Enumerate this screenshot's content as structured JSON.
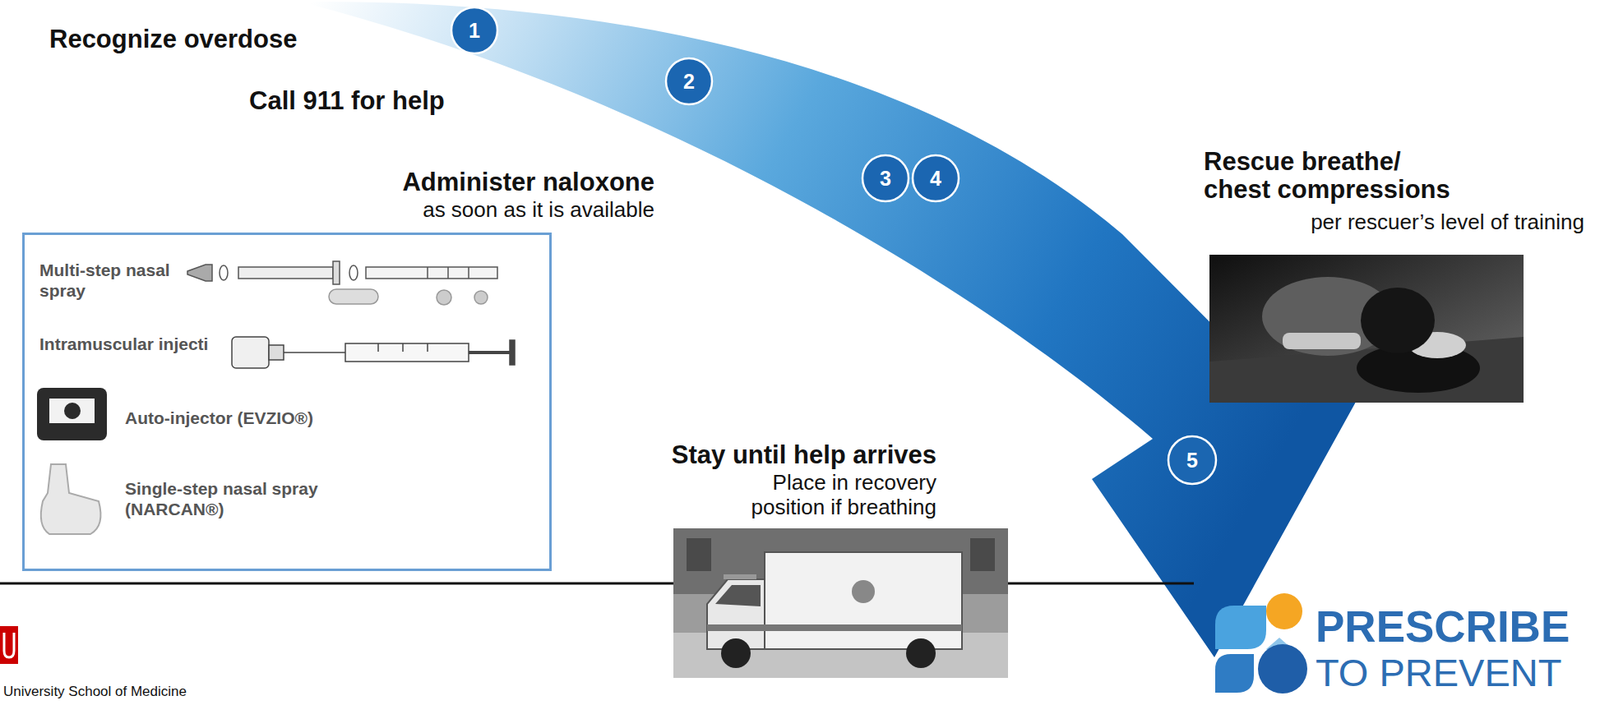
{
  "diagram": {
    "nodes": [
      {
        "text": [
          "1"
        ]
      },
      {
        "text": [
          "2"
        ]
      },
      {
        "text": [
          "3"
        ]
      },
      {
        "text": [
          "4"
        ]
      },
      {
        "text": [
          "Multi-step nasal spray",
          "Intramuscular injecti",
          "Auto-injector (EVZIO®)",
          "Single-step nasal spray (NARCAN®)"
        ]
      },
      {
        "text": [
          "5"
        ]
      }
    ],
    "labels": [
      "Recognize overdose",
      "Call 911 for help",
      "Administer naloxone",
      "as soon as it is available",
      "Rescue breathe/ chest compressions",
      "per rescuer’s level of training",
      "Stay until help arrives",
      "Place in recovery position if breathing",
      "PRESCRIBE",
      "TO PREVENT",
      "University School of Medicine"
    ]
  }
}
